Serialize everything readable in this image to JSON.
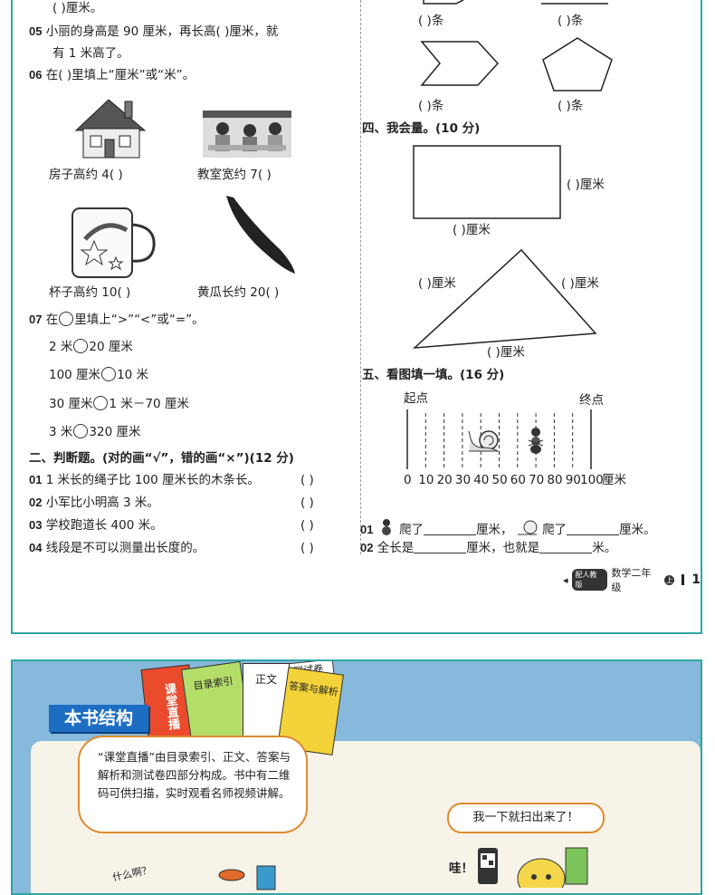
{
  "left": {
    "q04_tail": "(    )厘米。",
    "q05_num": "05",
    "q05_line1": "小丽的身高是 90 厘米，再长高(    )厘米，就",
    "q05_line2": "有 1 米高了。",
    "q06_num": "06",
    "q06_text": "在(    )里填上“厘米”或“米”。",
    "img_house_caption": "房子高约 4(    )",
    "img_class_caption": "教室宽约 7(    )",
    "img_cup_caption": "杯子高约 10(    )",
    "img_cucumber_caption": "黄瓜长约 20(    )",
    "q07_num": "07",
    "q07_text_a": "在",
    "q07_text_b": "里填上“>”“<”或“=”。",
    "cmp": [
      {
        "l": "2 米",
        "r": "20 厘米"
      },
      {
        "l": "100 厘米",
        "r": "10 米"
      },
      {
        "l": "30 厘米",
        "r": "1 米－70 厘米"
      },
      {
        "l": "3 米",
        "r": "320 厘米"
      }
    ],
    "sec2_title": "二、判断题。(对的画“√”，错的画“×”)(12 分)",
    "judge": [
      {
        "num": "01",
        "text": "1 米长的绳子比 100 厘米长的木条长。",
        "paren": "(      )"
      },
      {
        "num": "02",
        "text": "小军比小明高 3 米。",
        "paren": "(      )"
      },
      {
        "num": "03",
        "text": "学校跑道长 400 米。",
        "paren": "(      )"
      },
      {
        "num": "04",
        "text": "线段是不可以测量出长度的。",
        "paren": "(      )"
      }
    ]
  },
  "right": {
    "shape_label_1": "(      )条",
    "shape_label_2": "(      )条",
    "shape_label_3": "(      )条",
    "shape_label_4": "(      )条",
    "sec4_title": "四、我会量。(10 分)",
    "rect_right": "(      )厘米",
    "rect_bottom": "(      )厘米",
    "tri_left": "(      )厘米",
    "tri_right": "(      )厘米",
    "tri_bottom": "(      )厘米",
    "sec5_title": "五、看图填一填。(16 分)",
    "start_label": "起点",
    "end_label": "终点",
    "ticks": [
      "0",
      "10",
      "20",
      "30",
      "40",
      "50",
      "60",
      "70",
      "80",
      "90",
      "100"
    ],
    "unit": "厘米",
    "fill1_num": "01",
    "fill1_a": "爬了",
    "fill1_b": "厘米，",
    "fill1_c": "爬了",
    "fill1_d": "厘米。",
    "fill2_num": "02",
    "fill2_a": "全长是",
    "fill2_b": "厘米，也就是",
    "fill2_c": "米。"
  },
  "footer": {
    "badge": "配人教版",
    "subject": "数学二年级",
    "term": "上",
    "page": "1"
  },
  "intro": {
    "banner": "本书结构",
    "book_red": "课堂直播",
    "book_green": "目录索引",
    "book_white": "正文",
    "book_yellow": "答案与解析",
    "book_back": "测试卷",
    "bubble_text": "“课堂直播”由目录索引、正文、答案与解析和测试卷四部分构成。书中有二维码可供扫描，实时观看名师视频讲解。",
    "bubble2_text": "我一下就扫出来了！",
    "wow": "哇！",
    "what": "什么啊？"
  }
}
